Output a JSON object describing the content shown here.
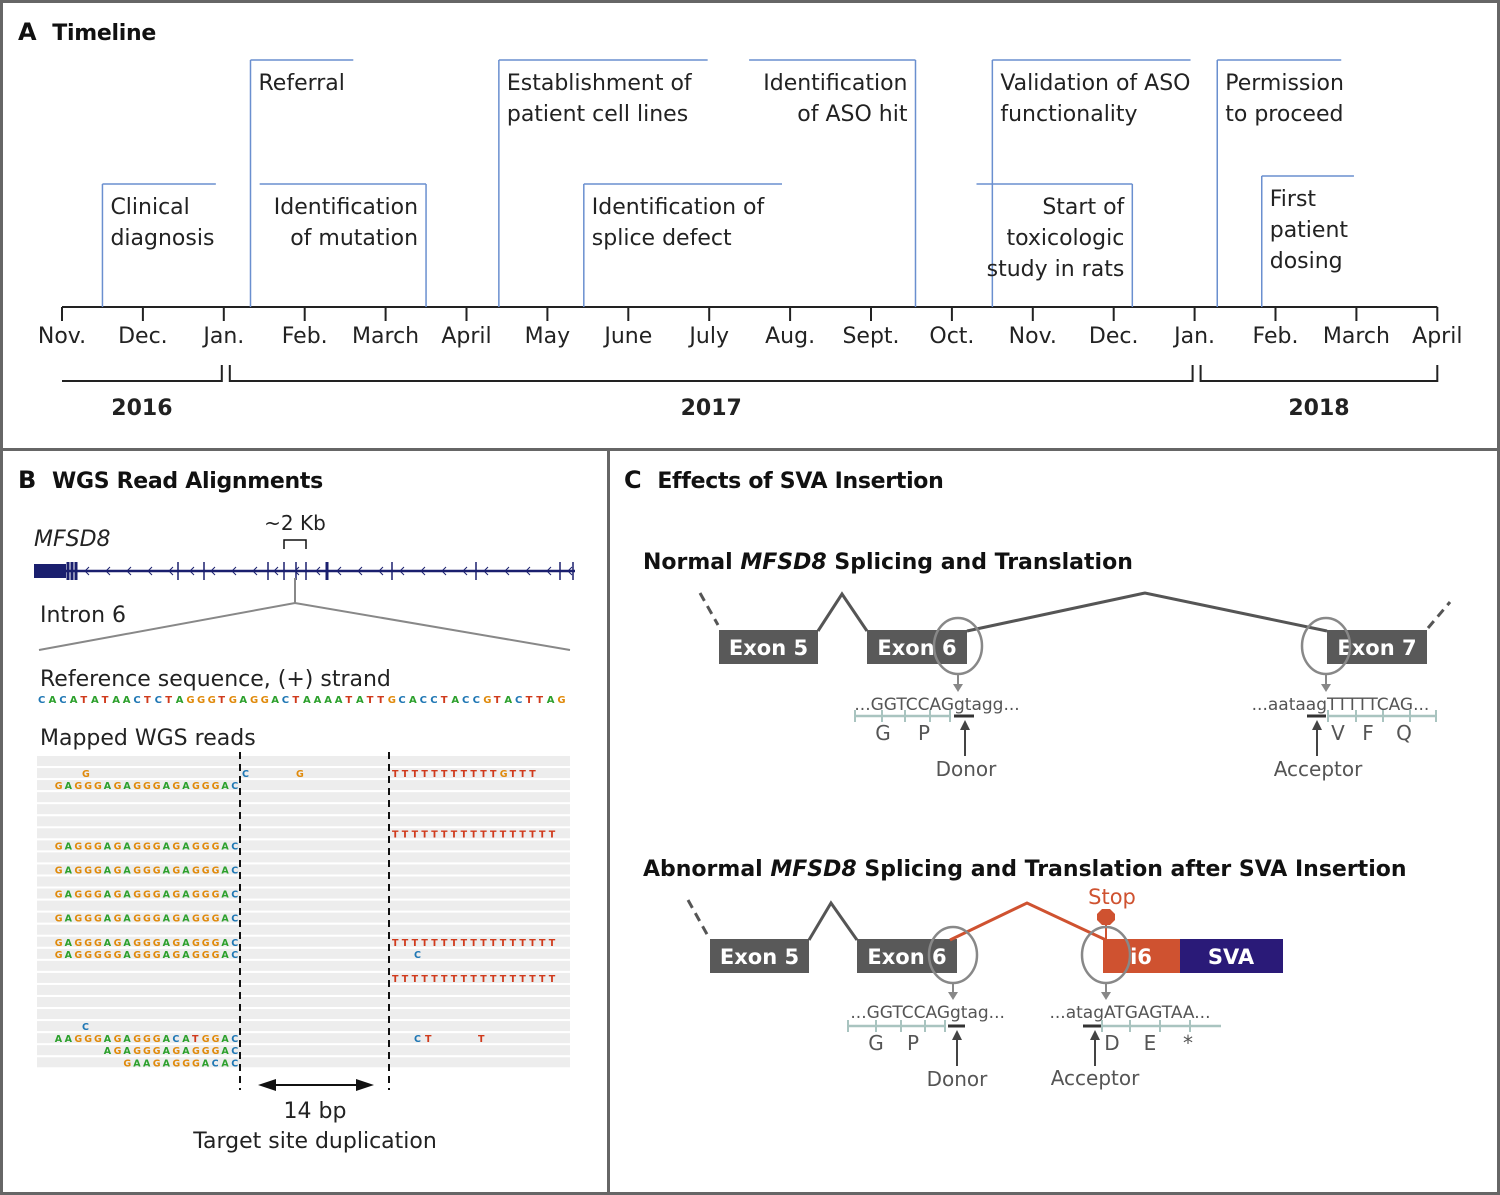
{
  "panel_a": {
    "letter": "A",
    "title": "Timeline",
    "months": [
      "Nov.",
      "Dec.",
      "Jan.",
      "Feb.",
      "March",
      "April",
      "May",
      "June",
      "July",
      "Aug.",
      "Sept.",
      "Oct.",
      "Nov.",
      "Dec.",
      "Jan.",
      "Feb.",
      "March",
      "April"
    ],
    "years": [
      {
        "label": "2016",
        "start_month_index": 0,
        "end_month_index": 2
      },
      {
        "label": "2017",
        "start_month_index": 2,
        "end_month_index": 14
      },
      {
        "label": "2018",
        "start_month_index": 14,
        "end_month_index": 17
      }
    ],
    "events": [
      {
        "id": "clinical-diagnosis",
        "lines": [
          "Clinical",
          "diagnosis"
        ],
        "month_pos": 0.5,
        "level": "low",
        "align": "left"
      },
      {
        "id": "referral",
        "lines": [
          "Referral"
        ],
        "month_pos": 2.33,
        "level": "high",
        "align": "left"
      },
      {
        "id": "identification-of-mutation",
        "lines": [
          "Identification",
          "of mutation"
        ],
        "month_pos": 4.5,
        "level": "low",
        "align": "right"
      },
      {
        "id": "establishment-of-patient-cell-lines",
        "lines": [
          "Establishment of",
          "patient cell lines"
        ],
        "month_pos": 5.4,
        "level": "high",
        "align": "left"
      },
      {
        "id": "identification-of-splice-defect",
        "lines": [
          "Identification of",
          "splice defect"
        ],
        "month_pos": 6.45,
        "level": "low",
        "align": "left"
      },
      {
        "id": "identification-of-aso-hit",
        "lines": [
          "Identification",
          "of ASO hit"
        ],
        "month_pos": 10.55,
        "level": "high",
        "align": "right"
      },
      {
        "id": "validation-of-aso-functionality",
        "lines": [
          "Validation of ASO",
          "functionality"
        ],
        "month_pos": 11.5,
        "level": "high",
        "align": "left"
      },
      {
        "id": "start-of-toxicologic-study",
        "lines": [
          "Start of",
          "toxicologic",
          "study in rats"
        ],
        "month_pos": 13.23,
        "level": "low",
        "align": "right"
      },
      {
        "id": "permission-to-proceed",
        "lines": [
          "Permission",
          "to proceed"
        ],
        "month_pos": 14.28,
        "level": "high",
        "align": "left"
      },
      {
        "id": "first-patient-dosing",
        "lines": [
          "First",
          "patient",
          "dosing"
        ],
        "month_pos": 14.83,
        "level": "mid",
        "align": "left"
      }
    ]
  },
  "panel_b": {
    "letter": "B",
    "title": "WGS Read Alignments",
    "gene_label": "MFSD8",
    "scale_label": "~2 Kb",
    "intron_label": "Intron 6",
    "reference_label": "Reference sequence, (+) strand",
    "reference_sequence": "CACATATAACTCTAGGGTGAGGACTAAAATATTGCACCTACCGTACTTAG",
    "reads_label": "Mapped WGS reads",
    "reads": [
      {
        "left": "",
        "right": "",
        "left_marks": "",
        "right_marks": ""
      },
      {
        "left": "",
        "right": "TTTTTTTTTTTGTTT",
        "left_mark": "G",
        "mid_marks": [
          "C",
          "G"
        ]
      },
      {
        "left": "GAGGGAGAGGGAGAGGGAC",
        "right": ""
      },
      {
        "left": "",
        "right": ""
      },
      {
        "left": "",
        "right": ""
      },
      {
        "left": "",
        "right": ""
      },
      {
        "left": "",
        "right": "TTTTTTTTTTTTTTTTT"
      },
      {
        "left": "GAGGGAGAGGGAGAGGGAC",
        "right": ""
      },
      {
        "left": "",
        "right": ""
      },
      {
        "left": "GAGGGAGAGGGAGAGGGAC",
        "right": ""
      },
      {
        "left": "",
        "right": ""
      },
      {
        "left": "GAGGGAGAGGGAGAGGGAC",
        "right": ""
      },
      {
        "left": "",
        "right": ""
      },
      {
        "left": "GAGGGAGAGGGAGAGGGAC",
        "right": ""
      },
      {
        "left": "",
        "right": ""
      },
      {
        "left": "GAGGGAGAGGGAGAGGGAC",
        "right": "TTTTTTTTTTTTTTTTT"
      },
      {
        "left": "GAGGGGGAGGGAGAGGGAC",
        "right": "",
        "mid_marks": [
          "C"
        ]
      },
      {
        "left": "",
        "right": ""
      },
      {
        "left": "",
        "right": "TTTTTTTTTTTTTTTTT"
      },
      {
        "left": "",
        "right": ""
      },
      {
        "left": "",
        "right": ""
      },
      {
        "left": "",
        "right": ""
      },
      {
        "left": "",
        "right": "",
        "left_mark": "C"
      },
      {
        "left": "AAGGGAGAGGGACATGGAC",
        "right": "",
        "mid_marks": [
          "C",
          "T",
          "T"
        ]
      },
      {
        "left": "AGAGGGAGAGGGAC",
        "right": ""
      },
      {
        "left": "GAAGAGGGACAC",
        "right": ""
      }
    ],
    "duplication_size": "14 bp",
    "duplication_label": "Target site duplication",
    "base_colors": {
      "A": "#2ca02c",
      "C": "#1f77b4",
      "G": "#e08a0b",
      "T": "#d03a1c"
    }
  },
  "panel_c": {
    "letter": "C",
    "title": "Effects of SVA Insertion",
    "normal": {
      "title_pre": "Normal ",
      "title_gene": "MFSD8",
      "title_post": " Splicing and Translation",
      "exons": [
        "Exon 5",
        "Exon 6",
        "Exon 7"
      ],
      "donor_seq_upper": "...GGTCCAG",
      "donor_seq_lower": "gtagg...",
      "donor_aas": [
        "G",
        "P"
      ],
      "donor_label": "Donor",
      "acceptor_seq_lower": "...aataag",
      "acceptor_seq_upper": "TTTTTCAG...",
      "acceptor_aas": [
        "V",
        "F",
        "Q"
      ],
      "acceptor_label": "Acceptor"
    },
    "abnormal": {
      "title_pre": "Abnormal ",
      "title_gene": "MFSD8",
      "title_post": " Splicing and Translation after SVA Insertion",
      "exons": [
        "Exon 5",
        "Exon 6"
      ],
      "i6_label": "i6",
      "sva_label": "SVA",
      "stop_label": "Stop",
      "donor_seq_upper": "...GGTCCAG",
      "donor_seq_lower": "gtag...",
      "donor_aas": [
        "G",
        "P"
      ],
      "donor_label": "Donor",
      "acceptor_seq_lower": "...atag",
      "acceptor_seq_upper": "ATGAGTAA...",
      "acceptor_aas": [
        "D",
        "E",
        "*"
      ],
      "acceptor_label": "Acceptor"
    },
    "colors": {
      "exon": "#595959",
      "aberrant": "#cf5230",
      "sva": "#2a1a78",
      "codon": "#a9c4c0"
    }
  },
  "colors": {
    "timeline_event": "#6a8fcf",
    "border": "#666666"
  }
}
